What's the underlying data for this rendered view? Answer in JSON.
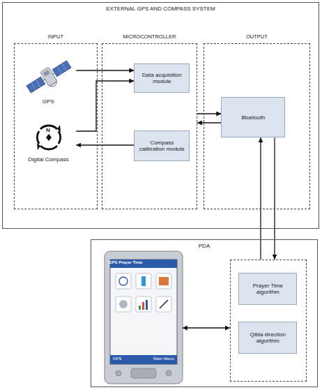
{
  "diagram": {
    "nodes": [
      {
        "text": [
          "EXTERNAL GPS AND COMPASS SYSTEM"
        ]
      },
      {
        "text": [
          "INPUT"
        ],
        "in": 0
      },
      {
        "text": [
          "GPS"
        ],
        "in": 1
      },
      {
        "text": [
          "Digital Compass"
        ],
        "in": 1
      },
      {
        "text": [
          "MICROCONTROLLER"
        ],
        "in": 0
      },
      {
        "text": [
          "Data acquisition module"
        ],
        "in": 4
      },
      {
        "text": [
          "Compass calibration module"
        ],
        "in": 4
      },
      {
        "text": [
          "OUTPUT"
        ],
        "in": 0
      },
      {
        "text": [
          "Bluetooth"
        ],
        "in": 7
      },
      {
        "text": [
          "PDA"
        ]
      },
      {
        "text": [
          "GPS Prayer Time",
          "GPS",
          "Main Menu"
        ],
        "in": 9
      },
      {
        "text": [],
        "in": 9
      },
      {
        "text": [
          "Prayer Time algorithm"
        ],
        "in": 11
      },
      {
        "text": [
          "Qibla direction algorithm"
        ],
        "in": 11
      }
    ],
    "edges": [
      {
        "from": 2,
        "to": 5,
        "arrow": "to"
      },
      {
        "from": 3,
        "to": 5,
        "arrow": "to"
      },
      {
        "from": 6,
        "to": 3,
        "arrow": "to"
      },
      {
        "from": 4,
        "to": 8,
        "arrow": "to"
      },
      {
        "from": 8,
        "to": 4,
        "arrow": "to"
      },
      {
        "from": 11,
        "to": 8,
        "arrow": "to"
      },
      {
        "from": 8,
        "to": 11,
        "arrow": "to"
      },
      {
        "from": 10,
        "to": 11,
        "arrow": "both"
      }
    ],
    "labels": [
      "N"
    ]
  }
}
